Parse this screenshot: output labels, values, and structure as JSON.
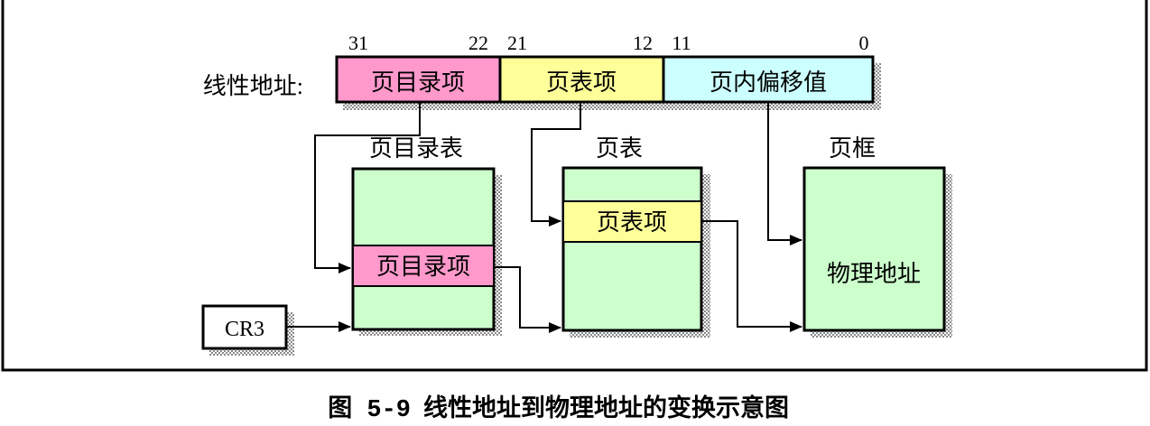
{
  "linear_address": {
    "label": "线性地址:",
    "bits": {
      "b31": "31",
      "b22": "22",
      "b21": "21",
      "b12": "12",
      "b11": "11",
      "b0": "0"
    },
    "fields": [
      {
        "label": "页目录项",
        "color": "#ff99cc"
      },
      {
        "label": "页表项",
        "color": "#ffff99"
      },
      {
        "label": "页内偏移值",
        "color": "#ccffff"
      }
    ]
  },
  "page_directory": {
    "title": "页目录表",
    "entry": "页目录项",
    "body_color": "#ccffcc",
    "entry_color": "#ff99cc"
  },
  "page_table": {
    "title": "页表",
    "entry": "页表项",
    "body_color": "#ccffcc",
    "entry_color": "#ffff99"
  },
  "page_frame": {
    "title": "页框",
    "content": "物理地址",
    "body_color": "#ccffcc"
  },
  "cr3": {
    "label": "CR3"
  },
  "caption": {
    "figure_no": "图 5-9",
    "text": "线性地址到物理地址的变换示意图"
  }
}
